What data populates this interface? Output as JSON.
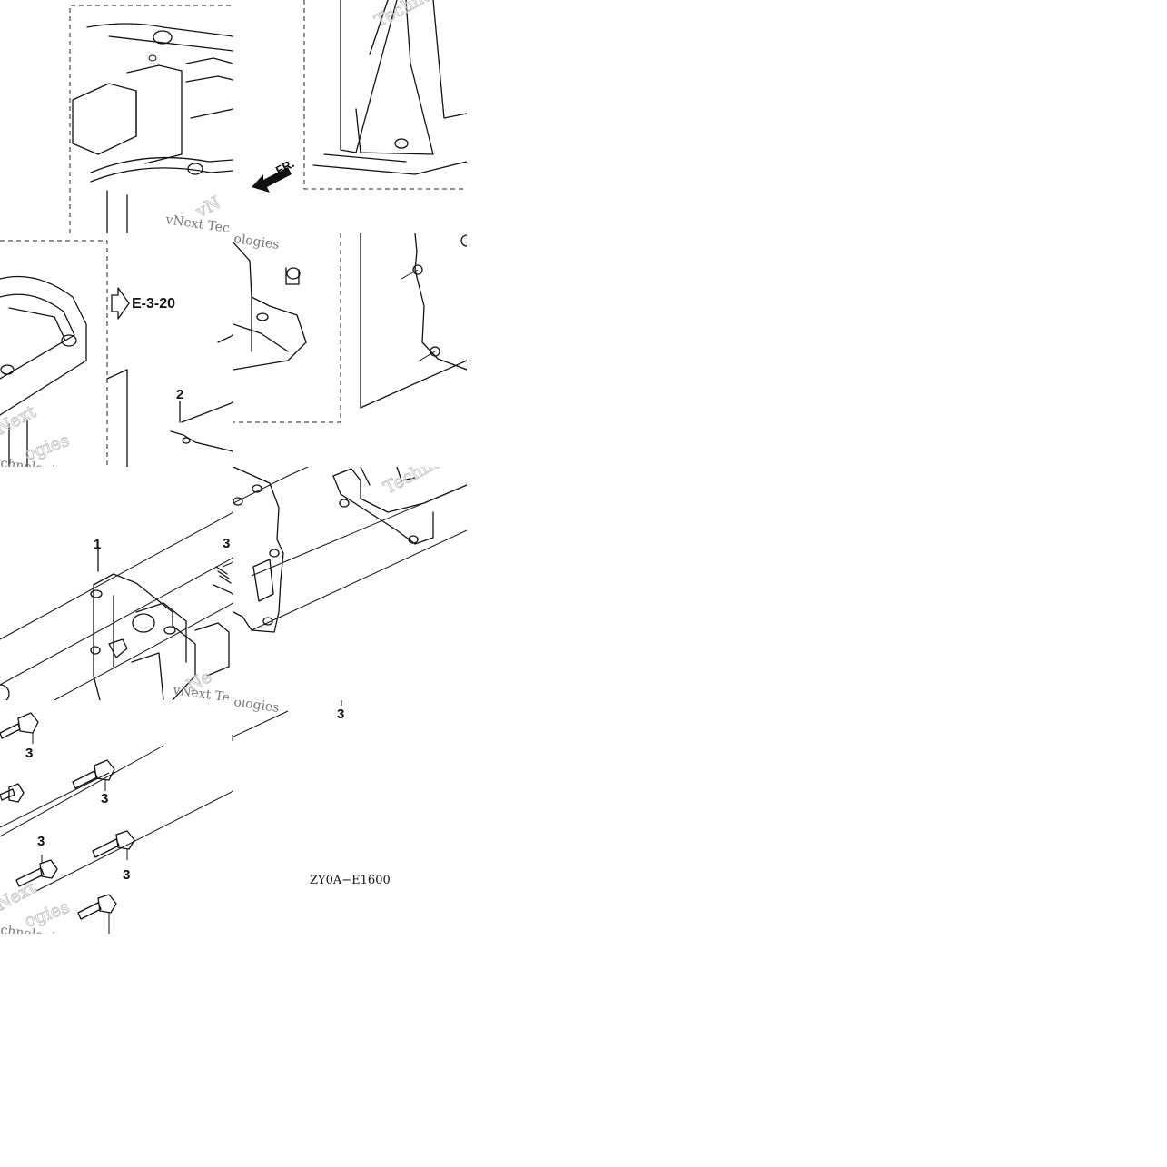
{
  "diagram": {
    "code": "ZY0A−E1600",
    "reference": "E-3-20",
    "direction_label": "FR.",
    "watermark": "vNext Technologies",
    "callouts": {
      "part1": "1",
      "part2": "2",
      "part3_a": "3",
      "part3_b": "3",
      "part3_c": "3",
      "part3_d": "3",
      "part3_e": "3",
      "part3_f": "3"
    }
  },
  "colors": {
    "ink": "#111111",
    "background": "#ffffff",
    "watermark": "#c7c7c7"
  }
}
